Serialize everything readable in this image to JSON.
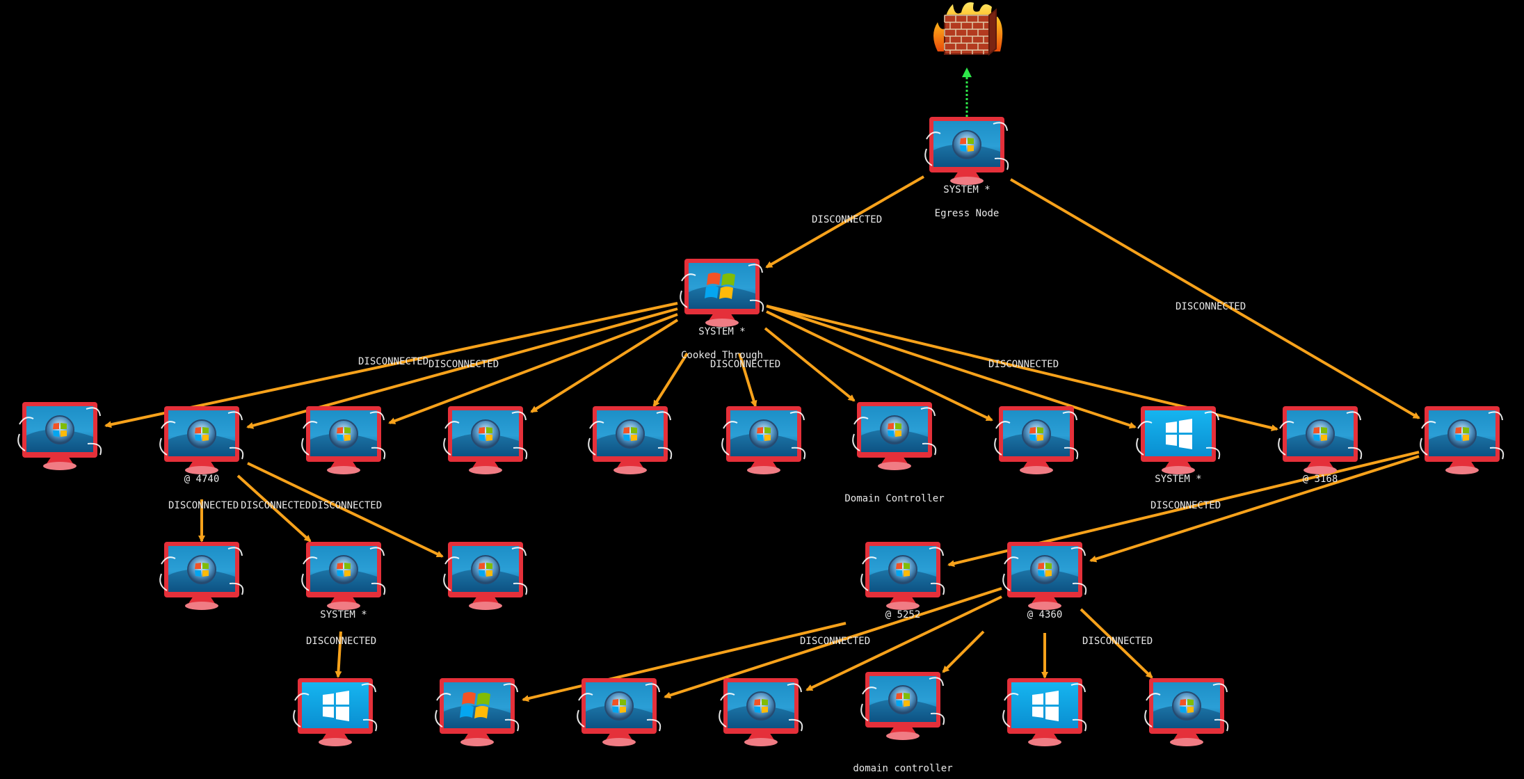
{
  "colors": {
    "background": "#000000",
    "edge": "#f7a21b",
    "egress_link": "#2ee84a",
    "monitor_frame": "#e5303a",
    "label": "#e8e8e8"
  },
  "firewall": {
    "icon": "firewall-icon"
  },
  "nodes": [
    {
      "id": "egress",
      "os": "win7",
      "icon": "computer-win7-icon",
      "label": "SYSTEM *",
      "note": "Egress Node"
    },
    {
      "id": "pivot",
      "os": "xp",
      "icon": "computer-winxp-icon",
      "label": "SYSTEM *",
      "note": "Cooked Through"
    },
    {
      "id": "r1",
      "os": "win7",
      "icon": "computer-win7-icon",
      "label": "",
      "note": ""
    },
    {
      "id": "r2",
      "os": "win7",
      "icon": "computer-win7-icon",
      "label": "@ 4740",
      "note": ""
    },
    {
      "id": "r3",
      "os": "win7",
      "icon": "computer-win7-icon",
      "label": "",
      "note": ""
    },
    {
      "id": "r4",
      "os": "win7",
      "icon": "computer-win7-icon",
      "label": "",
      "note": ""
    },
    {
      "id": "r5",
      "os": "win7",
      "icon": "computer-win7-icon",
      "label": "",
      "note": ""
    },
    {
      "id": "r6",
      "os": "win7",
      "icon": "computer-win7-icon",
      "label": "",
      "note": ""
    },
    {
      "id": "r7",
      "os": "win7",
      "icon": "computer-win7-icon",
      "label": "",
      "note": "Domain Controller"
    },
    {
      "id": "r8",
      "os": "win7",
      "icon": "computer-win7-icon",
      "label": "",
      "note": ""
    },
    {
      "id": "r9",
      "os": "win10",
      "icon": "computer-win10-icon",
      "label": "SYSTEM *",
      "note": ""
    },
    {
      "id": "r10",
      "os": "win7",
      "icon": "computer-win7-icon",
      "label": "@ 3168",
      "note": ""
    },
    {
      "id": "r11",
      "os": "win7",
      "icon": "computer-win7-icon",
      "label": "",
      "note": ""
    },
    {
      "id": "m1",
      "os": "win7",
      "icon": "computer-win7-icon",
      "label": "",
      "note": ""
    },
    {
      "id": "m2",
      "os": "win7",
      "icon": "computer-win7-icon",
      "label": "SYSTEM *",
      "note": ""
    },
    {
      "id": "m3",
      "os": "win7",
      "icon": "computer-win7-icon",
      "label": "",
      "note": ""
    },
    {
      "id": "m4",
      "os": "win7",
      "icon": "computer-win7-icon",
      "label": "@ 5252",
      "note": ""
    },
    {
      "id": "m5",
      "os": "win7",
      "icon": "computer-win7-icon",
      "label": "@ 4360",
      "note": ""
    },
    {
      "id": "b1",
      "os": "win10",
      "icon": "computer-win10-icon",
      "label": "",
      "note": ""
    },
    {
      "id": "b2",
      "os": "xp",
      "icon": "computer-winxp-icon",
      "label": "",
      "note": ""
    },
    {
      "id": "b3",
      "os": "win7",
      "icon": "computer-win7-icon",
      "label": "",
      "note": ""
    },
    {
      "id": "b4",
      "os": "win7",
      "icon": "computer-win7-icon",
      "label": "",
      "note": ""
    },
    {
      "id": "b5",
      "os": "win7",
      "icon": "computer-win7-icon",
      "label": "",
      "note": "domain controller"
    },
    {
      "id": "b6",
      "os": "win10",
      "icon": "computer-win10-icon",
      "label": "",
      "note": ""
    },
    {
      "id": "b7",
      "os": "win7",
      "icon": "computer-win7-icon",
      "label": "",
      "note": ""
    }
  ],
  "edges": [
    {
      "from": "egress",
      "to": "pivot",
      "label": "DISCONNECTED"
    },
    {
      "from": "egress",
      "to": "r11",
      "label": "DISCONNECTED"
    },
    {
      "from": "pivot",
      "to": "r1",
      "label": "DISCONNECTED"
    },
    {
      "from": "pivot",
      "to": "r2",
      "label": "DISCONNECTED"
    },
    {
      "from": "pivot",
      "to": "r3",
      "label": ""
    },
    {
      "from": "pivot",
      "to": "r4",
      "label": ""
    },
    {
      "from": "pivot",
      "to": "r5",
      "label": ""
    },
    {
      "from": "pivot",
      "to": "r6",
      "label": "DISCONNECTED"
    },
    {
      "from": "pivot",
      "to": "r7",
      "label": ""
    },
    {
      "from": "pivot",
      "to": "r8",
      "label": "DISCONNECTED"
    },
    {
      "from": "pivot",
      "to": "r9",
      "label": ""
    },
    {
      "from": "pivot",
      "to": "r10",
      "label": ""
    },
    {
      "from": "r2",
      "to": "m1",
      "label": "DISCONNECTED"
    },
    {
      "from": "r2",
      "to": "m2",
      "label": "DISCONNECTED"
    },
    {
      "from": "r2",
      "to": "m3",
      "label": "DISCONNECTED"
    },
    {
      "from": "m2",
      "to": "b1",
      "label": "DISCONNECTED"
    },
    {
      "from": "r11",
      "to": "m4",
      "label": "DISCONNECTED"
    },
    {
      "from": "r11",
      "to": "m5",
      "label": ""
    },
    {
      "from": "m5",
      "to": "b2",
      "label": "DISCONNECTED"
    },
    {
      "from": "m5",
      "to": "b3",
      "label": ""
    },
    {
      "from": "m5",
      "to": "b4",
      "label": ""
    },
    {
      "from": "m5",
      "to": "b5",
      "label": ""
    },
    {
      "from": "m5",
      "to": "b6",
      "label": ""
    },
    {
      "from": "m5",
      "to": "b7",
      "label": "DISCONNECTED"
    }
  ]
}
